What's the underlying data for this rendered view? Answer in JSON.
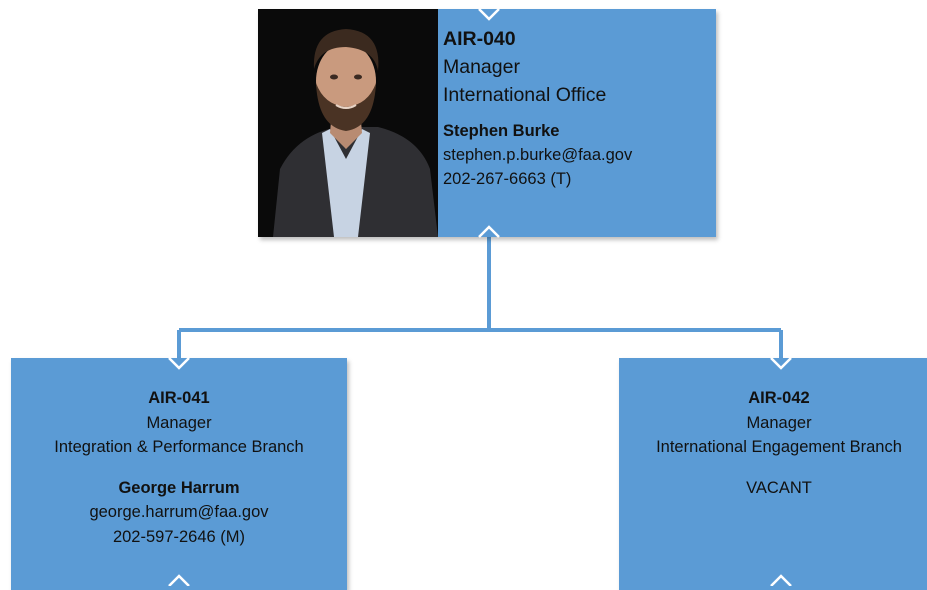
{
  "top": {
    "code": "AIR-040",
    "role": "Manager",
    "office": "International Office",
    "name": "Stephen Burke",
    "email": "stephen.p.burke@faa.gov",
    "phone": "202-267-6663 (T)"
  },
  "left": {
    "code": "AIR-041",
    "role": "Manager",
    "office": "Integration & Performance Branch",
    "name": "George Harrum",
    "email": "george.harrum@faa.gov",
    "phone": "202-597-2646 (M)"
  },
  "right": {
    "code": "AIR-042",
    "role": "Manager",
    "office": "International Engagement Branch",
    "status": "VACANT"
  },
  "colors": {
    "box_fill": "#5b9bd5",
    "connector": "#5b9bd5"
  }
}
